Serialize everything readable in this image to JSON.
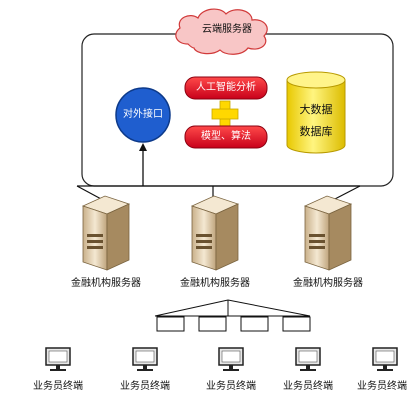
{
  "cloud": {
    "title": "云端服务器"
  },
  "cloud_box": {
    "interface_label": "对外接口",
    "analysis_label": "人工智能分析",
    "model_label": "模型、算法",
    "database_line1": "大数据",
    "database_line2": "数据库"
  },
  "servers": [
    {
      "label": "金融机构服务器"
    },
    {
      "label": "金融机构服务器"
    },
    {
      "label": "金融机构服务器"
    }
  ],
  "terminals": [
    {
      "label": "业务员终端"
    },
    {
      "label": "业务员终端"
    },
    {
      "label": "业务员终端"
    },
    {
      "label": "业务员终端"
    },
    {
      "label": "业务员终端"
    }
  ],
  "colors": {
    "cloud_fill": "#f8c6c6",
    "cloud_stroke": "#d13a3a",
    "interface_fill": "#1f5ecf",
    "analysis_fill": "#e0001e",
    "plus_fill": "#ffd800",
    "database_fill": "#ffee2e",
    "server_body": "#ead8b8"
  },
  "icons": {
    "interface": "circle-node-icon",
    "plus": "plus-icon",
    "database": "database-cylinder-icon",
    "server": "server-tower-icon",
    "terminal": "computer-monitor-icon"
  }
}
